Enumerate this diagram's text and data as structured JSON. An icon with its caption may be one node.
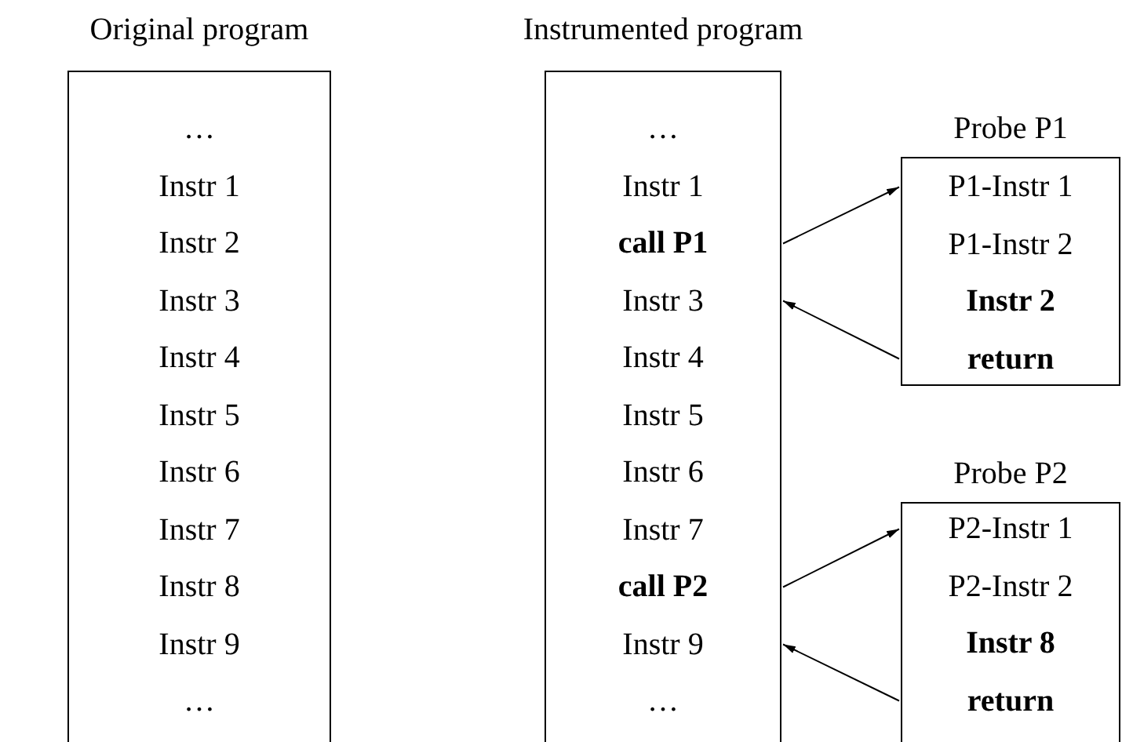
{
  "diagram": {
    "nodes": [
      {
        "text": [
          "Original program"
        ]
      },
      {
        "text": [
          "…"
        ],
        "in": 0
      },
      {
        "text": [
          "Instr 1"
        ],
        "in": 0
      },
      {
        "text": [
          "Instr 2"
        ],
        "in": 0
      },
      {
        "text": [
          "Instr 3"
        ],
        "in": 0
      },
      {
        "text": [
          "Instr 4"
        ],
        "in": 0
      },
      {
        "text": [
          "Instr 5"
        ],
        "in": 0
      },
      {
        "text": [
          "Instr 6"
        ],
        "in": 0
      },
      {
        "text": [
          "Instr 7"
        ],
        "in": 0
      },
      {
        "text": [
          "Instr 8"
        ],
        "in": 0
      },
      {
        "text": [
          "Instr 9"
        ],
        "in": 0
      },
      {
        "text": [
          "…"
        ],
        "in": 0
      },
      {
        "text": [
          "Instrumented program"
        ]
      },
      {
        "text": [
          "…"
        ],
        "in": 12
      },
      {
        "text": [
          "Instr 1"
        ],
        "in": 12
      },
      {
        "text": [
          "call P1"
        ],
        "in": 12
      },
      {
        "text": [
          "Instr 3"
        ],
        "in": 12
      },
      {
        "text": [
          "Instr 4"
        ],
        "in": 12
      },
      {
        "text": [
          "Instr 5"
        ],
        "in": 12
      },
      {
        "text": [
          "Instr 6"
        ],
        "in": 12
      },
      {
        "text": [
          "Instr 7"
        ],
        "in": 12
      },
      {
        "text": [
          "call P2"
        ],
        "in": 12
      },
      {
        "text": [
          "Instr 9"
        ],
        "in": 12
      },
      {
        "text": [
          "…"
        ],
        "in": 12
      },
      {
        "text": [
          "Probe P1"
        ]
      },
      {
        "text": [
          "P1-Instr 1"
        ],
        "in": 24
      },
      {
        "text": [
          "P1-Instr 2"
        ],
        "in": 24
      },
      {
        "text": [
          "Instr 2"
        ],
        "in": 24
      },
      {
        "text": [
          "return"
        ],
        "in": 24
      },
      {
        "text": [
          "Probe P2"
        ]
      },
      {
        "text": [
          "P2-Instr 1"
        ],
        "in": 29
      },
      {
        "text": [
          "P2-Instr 2"
        ],
        "in": 29
      },
      {
        "text": [
          "Instr 8"
        ],
        "in": 29
      },
      {
        "text": [
          "return"
        ],
        "in": 29
      }
    ],
    "edges": [
      {
        "from": 15,
        "to": 25,
        "arrow": "to"
      },
      {
        "from": 28,
        "to": 16,
        "arrow": "to"
      },
      {
        "from": 21,
        "to": 30,
        "arrow": "to"
      },
      {
        "from": 33,
        "to": 22,
        "arrow": "to"
      }
    ]
  }
}
